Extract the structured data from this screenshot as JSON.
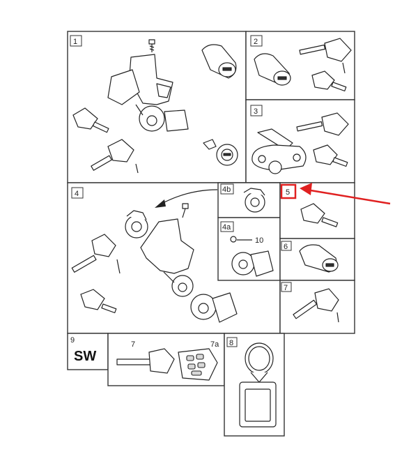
{
  "labels": {
    "p1": "1",
    "p2": "2",
    "p3": "3",
    "p4": "4",
    "p4a": "4a",
    "p4b": "4b",
    "p5": "5",
    "p6": "6",
    "p7_right": "7",
    "p7_bottom": "7",
    "p7a": "7a",
    "p8": "8",
    "p9": "9",
    "p10": "10"
  },
  "sw_text": "SW",
  "colors": {
    "highlight": "#e02020",
    "line": "#333333"
  }
}
